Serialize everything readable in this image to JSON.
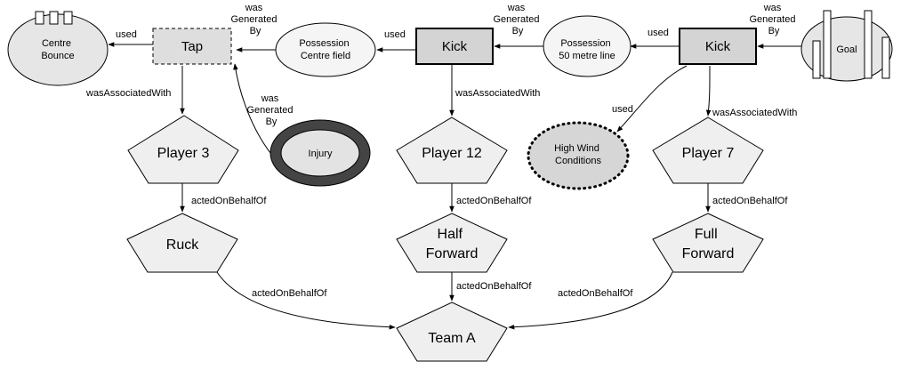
{
  "nodes": {
    "centre_bounce": [
      "Centre",
      "Bounce"
    ],
    "tap": "Tap",
    "possession_centre": [
      "Possession",
      "Centre field"
    ],
    "kick1": "Kick",
    "possession_50": [
      "Possession",
      "50 metre line"
    ],
    "kick2": "Kick",
    "goal": "Goal",
    "injury": "Injury",
    "high_wind": [
      "High Wind",
      "Conditions"
    ],
    "player3": "Player 3",
    "player12": "Player 12",
    "player7": "Player 7",
    "ruck": "Ruck",
    "half_forward": [
      "Half",
      "Forward"
    ],
    "full_forward": [
      "Full",
      "Forward"
    ],
    "team_a": "Team A"
  },
  "edges": {
    "used": "used",
    "was_generated_by": [
      "was",
      "Generated",
      "By"
    ],
    "was_associated_with": "wasAssociatedWith",
    "acted_on_behalf_of": "actedOnBehalfOf"
  }
}
